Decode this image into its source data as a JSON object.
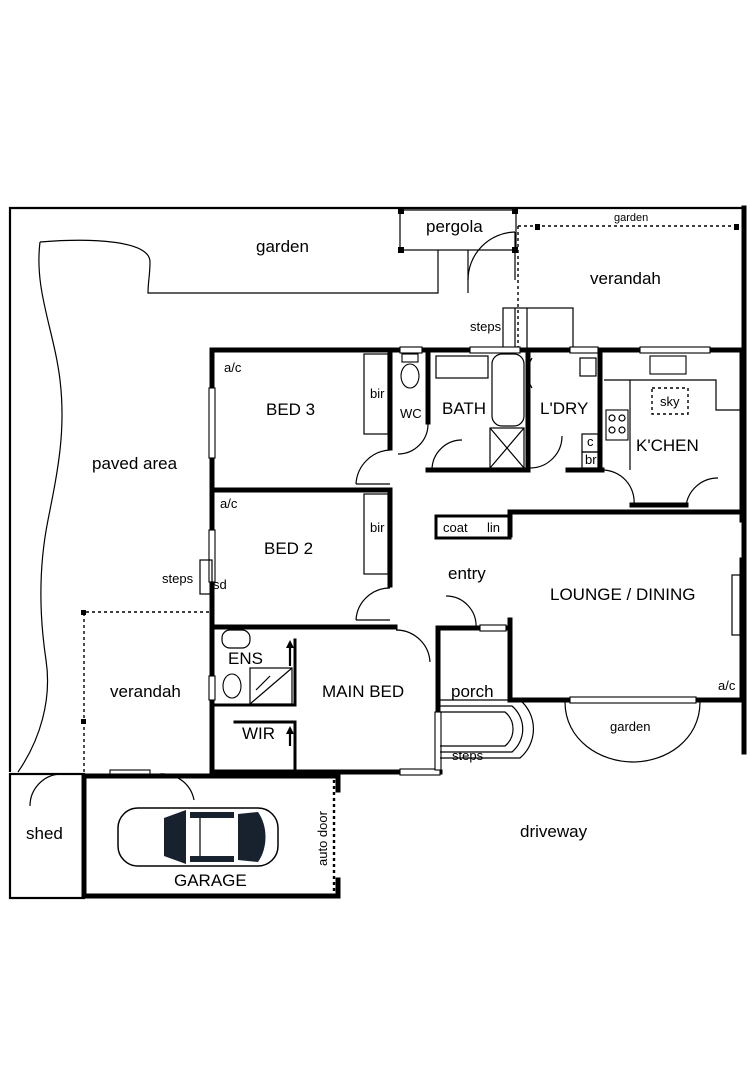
{
  "labels": {
    "garden_top": "garden",
    "pergola": "pergola",
    "garden_right": "garden",
    "verandah_rear": "verandah",
    "steps_rear": "steps",
    "ac_bed3": "a/c",
    "bed3": "BED 3",
    "bir_bed3": "bir",
    "wc": "WC",
    "bath": "BATH",
    "laundry": "L'DRY",
    "sky": "sky",
    "kitchen": "K'CHEN",
    "c": "c",
    "br": "br",
    "paved_area": "paved area",
    "ac_bed2": "a/c",
    "bed2": "BED 2",
    "bir_bed2": "bir",
    "coat": "coat",
    "lin": "lin",
    "entry": "entry",
    "lounge_dining": "LOUNGE / DINING",
    "steps_side": "steps",
    "sd": "sd",
    "ens": "ENS",
    "main_bed": "MAIN BED",
    "verandah_side": "verandah",
    "porch": "porch",
    "garden_front": "garden",
    "ac_lounge": "a/c",
    "wir": "WIR",
    "steps_front": "steps",
    "shed": "shed",
    "auto_door": "auto door",
    "driveway": "driveway",
    "garage": "GARAGE"
  }
}
